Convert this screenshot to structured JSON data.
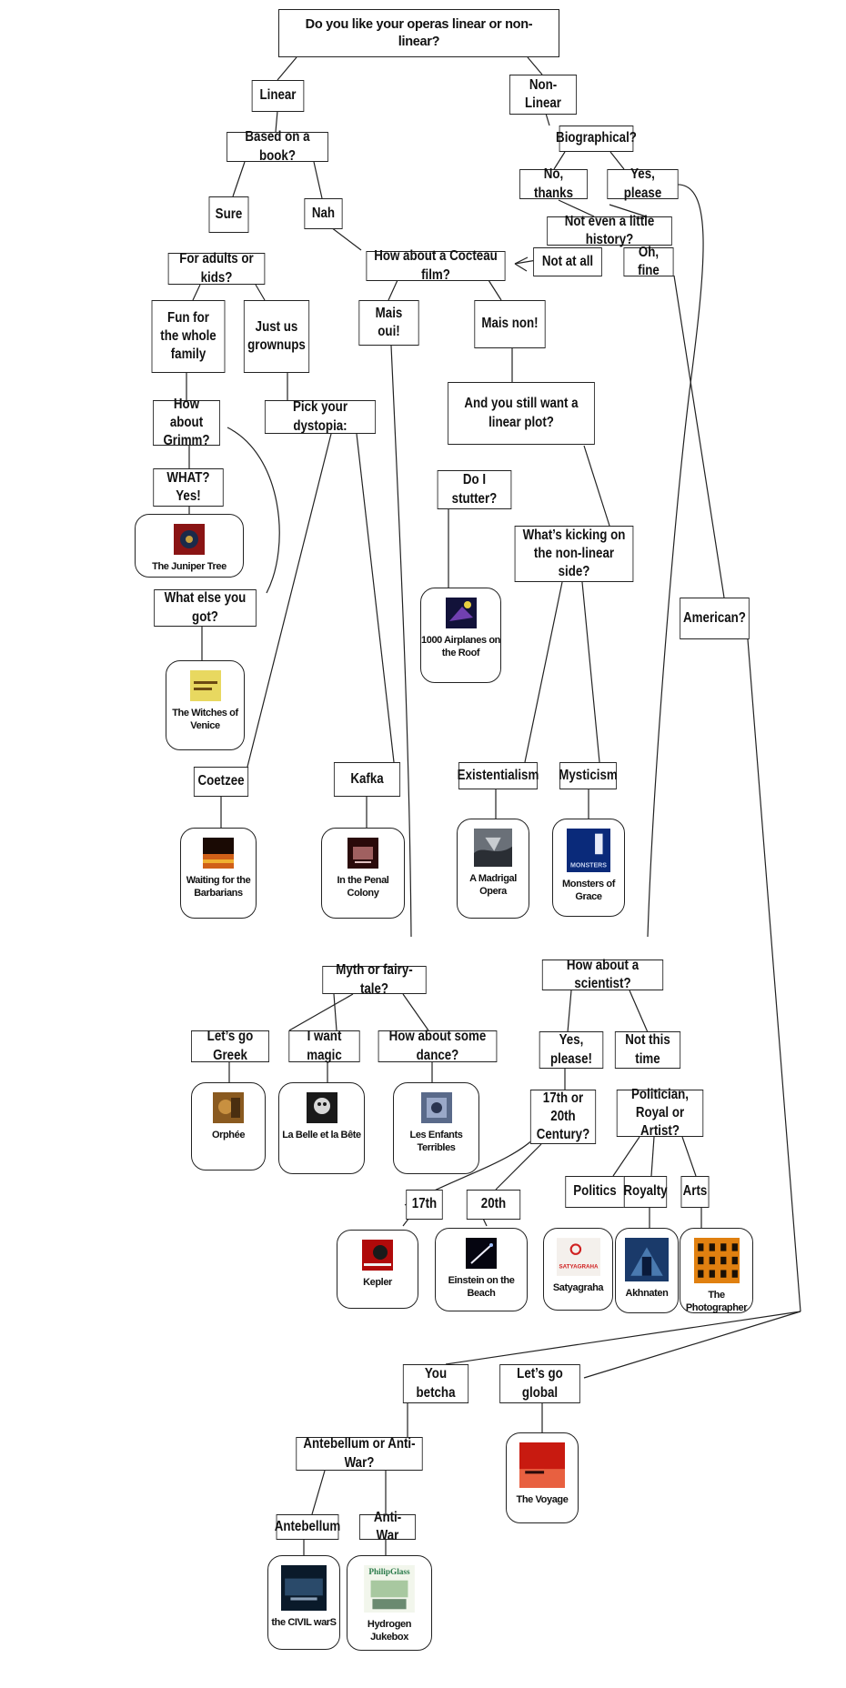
{
  "colors": {
    "line": "#222222",
    "box_border": "#222222",
    "background": "#ffffff"
  },
  "nodes": {
    "root": "Do you like your operas linear or non-linear?",
    "linear": "Linear",
    "nonlinear": "Non-Linear",
    "based_book": "Based on a book?",
    "biographical": "Biographical?",
    "sure": "Sure",
    "nah": "Nah",
    "no_thanks": "No, thanks",
    "yes_please": "Yes, please",
    "little_history": "Not even a little history?",
    "not_at_all": "Not at all",
    "oh_fine": "Oh, fine",
    "adults_kids": "For adults or kids?",
    "cocteau": "How about a Cocteau film?",
    "whole_family": "Fun for the whole family",
    "grownups": "Just us grownups",
    "mais_oui": "Mais oui!",
    "mais_non": "Mais non!",
    "still_linear": "And you still want a linear plot?",
    "grimm": "How about Grimm?",
    "dystopia": "Pick your dystopia:",
    "what_yes": "WHAT? Yes!",
    "stutter": "Do I stutter?",
    "nonlinear_side": "What’s kicking on the non-linear side?",
    "what_else": "What else you got?",
    "american": "American?",
    "coetzee": "Coetzee",
    "kafka": "Kafka",
    "existentialism": "Existentialism",
    "mysticism": "Mysticism",
    "myth": "Myth or fairy-tale?",
    "scientist": "How about a scientist?",
    "greek": "Let’s go Greek",
    "magic": "I want magic",
    "dance": "How about some dance?",
    "yes_please2": "Yes, please!",
    "not_this_time": "Not this time",
    "century": "17th or 20th Century?",
    "politician": "Politician, Royal or Artist?",
    "c17": "17th",
    "c20": "20th",
    "politics": "Politics",
    "royalty": "Royalty",
    "arts": "Arts",
    "you_betcha": "You betcha",
    "global": "Let’s go global",
    "antebellum_q": "Antebellum or Anti-War?",
    "antebellum": "Antebellum",
    "antiwar": "Anti-War"
  },
  "operas": {
    "juniper": "The Juniper Tree",
    "airplanes": "1000 Airplanes on the Roof",
    "witches": "The Witches of Venice",
    "waiting": "Waiting for the Barbarians",
    "penal": "In the Penal Colony",
    "madrigal": "A Madrigal Opera",
    "monsters": "Monsters of Grace",
    "orphee": "Orphée",
    "belle": "La Belle et la Bête",
    "enfants": "Les Enfants Terribles",
    "kepler": "Kepler",
    "einstein": "Einstein on the Beach",
    "satyagraha": "Satyagraha",
    "akhnaten": "Akhnaten",
    "photographer": "The Photographer",
    "voyage": "The Voyage",
    "civil": "the CIVIL warS",
    "hydrogen": "Hydrogen Jukebox"
  },
  "cover_text": {
    "satyagraha": "SATYAGRAHA",
    "monsters": "MONSTERS",
    "philip": "PhilipGlass"
  }
}
